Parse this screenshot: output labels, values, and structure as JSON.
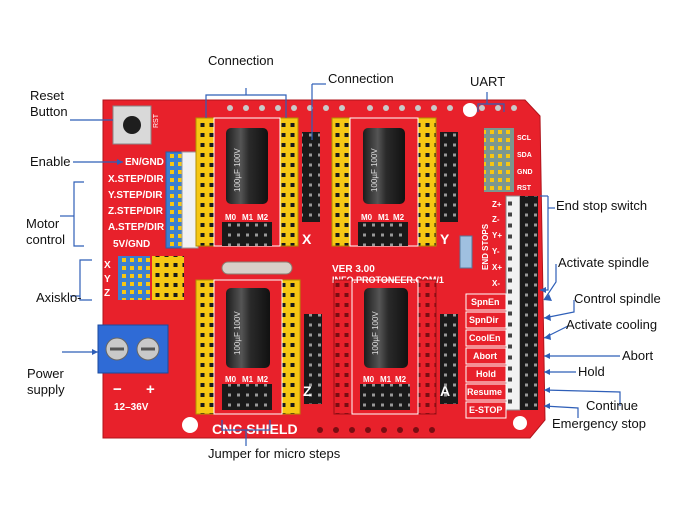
{
  "callouts": {
    "reset": "Reset Button",
    "enable": "Enable",
    "motor_control": "Motor control",
    "axisklo": "Axisklo-",
    "power_supply": "Power supply",
    "connection_top": "Connection",
    "connection_second": "Connection",
    "uart": "UART",
    "end_stop_switch": "End stop switch",
    "activate_spindle": "Activate spindle",
    "control_spindle": "Control spindle",
    "activate_cooling": "Activate cooling",
    "abort": "Abort",
    "hold": "Hold",
    "continue": "Continue",
    "emergency_stop": "Emergency stop",
    "jumper": "Jumper for micro steps"
  },
  "board": {
    "rst": "RST",
    "left_labels": [
      "EN/GND",
      "X.STEP/DIR",
      "Y.STEP/DIR",
      "Z.STEP/DIR",
      "A.STEP/DIR",
      "5V/GND"
    ],
    "axis_letters": [
      "X",
      "Y",
      "Z"
    ],
    "power_minus": "−",
    "power_plus": "+",
    "voltage": "12–36V",
    "shield_title": "CNC SHIELD",
    "version": "VER 3.00",
    "site": "INFO.PROTONEER.COM/1",
    "slot_x": "X",
    "slot_y": "Y",
    "slot_z": "Z",
    "slot_a": "A",
    "end_stops": "END STOPS",
    "end_stop_pins": [
      "Z+",
      "Z-",
      "Y+",
      "Y-",
      "X+",
      "X-"
    ],
    "right_buttons": [
      "SpnEn",
      "SpnDir",
      "CoolEn",
      "Abort",
      "Hold",
      "Resume",
      "E-STOP"
    ],
    "uart_pins": [
      "SCL",
      "SDA",
      "GND",
      "RST"
    ],
    "capacitor_text": "100µF 100V",
    "microstep_pins": [
      "M0",
      "M1",
      "M2"
    ]
  },
  "colors": {
    "pcb": "#e8212b",
    "header_yellow": "#f6c713",
    "header_blue": "#3a7fd1",
    "pin_black": "#1a1a1a"
  }
}
